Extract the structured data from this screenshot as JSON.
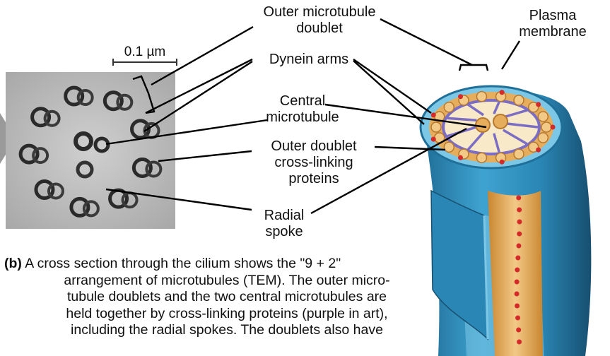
{
  "scale_bar": {
    "label": "0.1 µm"
  },
  "labels": {
    "outer_doublet": [
      "Outer microtubule",
      "doublet"
    ],
    "plasma_membrane": [
      "Plasma",
      "membrane"
    ],
    "dynein_arms": "Dynein arms",
    "central_microtubule": [
      "Central",
      "microtubule"
    ],
    "cross_linking": [
      "Outer doublet",
      "cross-linking",
      "proteins"
    ],
    "radial_spoke": [
      "Radial",
      "spoke"
    ]
  },
  "caption": {
    "panel": "(b)",
    "lines": [
      "A cross section through the cilium shows the \"9 + 2\"",
      "arrangement of microtubules (TEM). The outer micro-",
      "tubule doublets and the two central microtubules are",
      "held together by cross-linking proteins (purple in art),",
      "including the radial  spokes. The doublets also have"
    ]
  },
  "colors": {
    "membrane_blue": "#2a86b4",
    "membrane_light": "#7cc6e6",
    "microtubule_tan": "#e6ad5c",
    "protein_purple": "#7b6cc4",
    "dynein_red": "#d42a2a"
  }
}
